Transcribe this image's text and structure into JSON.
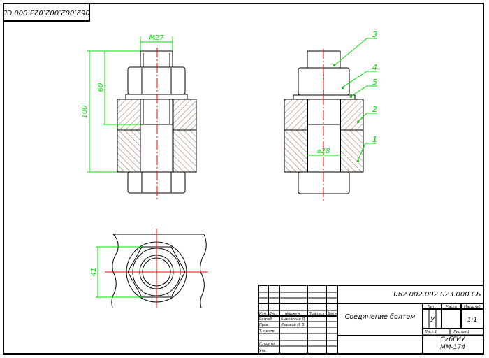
{
  "drawing": {
    "code": "062.002.002.023.000 СБ",
    "code_stamp": "062.002.002.023.000 СБ",
    "dimensions": {
      "thread": "M27",
      "length_total": "100",
      "length_thread": "60",
      "hole_diameter": "⌀28",
      "nut_size": "41"
    },
    "callouts": [
      "1",
      "2",
      "3",
      "4",
      "5"
    ]
  },
  "title_block": {
    "title": "Соединение болтом",
    "org_line1": "СибГИУ",
    "org_line2": "ММ-174",
    "headers": {
      "izm": "Изм.",
      "list": "Лист",
      "doc": "№докум.",
      "sign": "Подпись",
      "date": "Дата"
    },
    "roles": {
      "developer": "Разраб.",
      "checker": "Пров.",
      "tcontrol": "Т. контр.",
      "ncontrol": "Н. контр.",
      "approved": "Утв."
    },
    "names": {
      "developer": "Быковский Д.",
      "checker": "Лазовой И. В."
    },
    "lit_label": "Лит.",
    "mass_label": "Масса",
    "scale_label": "Масштаб",
    "lit_value": "У",
    "scale_value": "1:1",
    "sheet_label": "Лист 1",
    "sheets_label": "Листов 1"
  },
  "colors": {
    "dim": "#00dd00",
    "axis": "#ff0000",
    "hatch": "#7a3b10",
    "line": "#000000"
  }
}
